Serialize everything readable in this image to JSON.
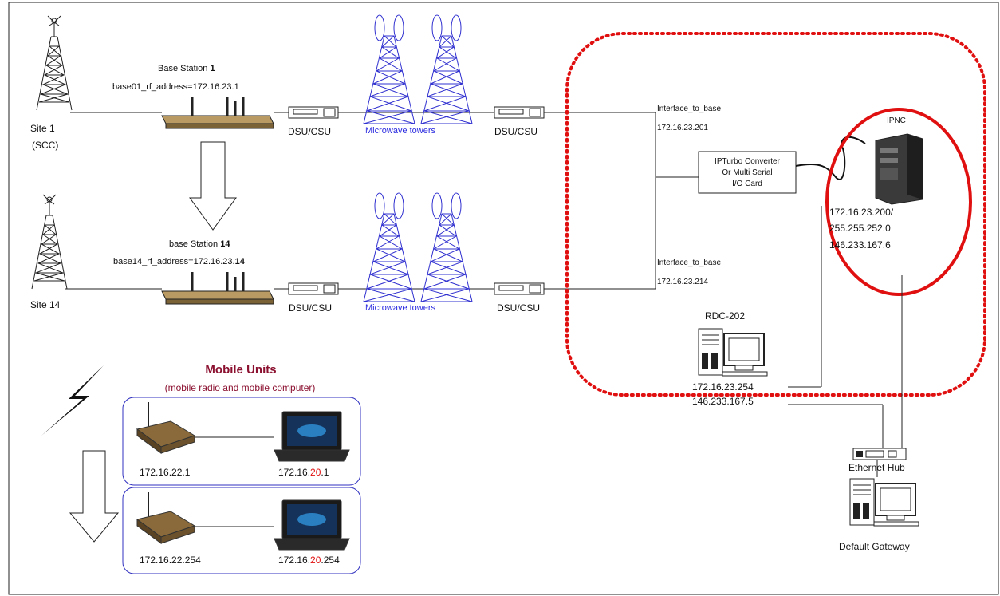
{
  "sites": [
    {
      "name": "Site 1",
      "sub": "(SCC)"
    },
    {
      "name": "Site 14"
    }
  ],
  "base_stations": [
    {
      "title_prefix": "Base Station ",
      "title_num": "1",
      "address_prefix": "base01_rf_address=172.16.23.1",
      "address_suffix": ""
    },
    {
      "title_prefix": "base Station ",
      "title_num": "14",
      "address_prefix": "base14_rf_address=172.16.23.",
      "address_suffix": "14"
    }
  ],
  "dsu_label": "DSU/CSU",
  "microwave_label": "Microwave towers",
  "interfaces": [
    {
      "name": "Interface_to_base",
      "ip": "172.16.23.201"
    },
    {
      "name": "Interface_to_base",
      "ip": "172.16.23.214"
    }
  ],
  "converter": {
    "line1": "IPTurbo Converter",
    "line2": "Or Multi Serial",
    "line3": "I/O Card"
  },
  "ipnc": {
    "title": "IPNC",
    "ip1": "172.16.23.200/",
    "ip2": "255.255.252.0",
    "ip3": "146.233.167.6"
  },
  "rdc": {
    "title": "RDC-202",
    "ip1": "172.16.23.254",
    "ip2": "146.233.167.5"
  },
  "hub_label": "Ethernet Hub",
  "gateway_label": "Default Gateway",
  "mobile": {
    "title": "Mobile Units",
    "subtitle": "(mobile radio and mobile computer)",
    "rows": [
      {
        "radio_ip": "172.16.22.1",
        "pc_prefix": "172.16.",
        "pc_red": "20",
        "pc_suffix": ".1"
      },
      {
        "radio_ip": "172.16.22.254",
        "pc_prefix": "172.16.",
        "pc_red": "20",
        "pc_suffix": ".254"
      }
    ]
  },
  "colors": {
    "highlight_red": "#e01010",
    "microwave_blue": "#2a2ae0",
    "mobile_title": "#8b1030"
  }
}
